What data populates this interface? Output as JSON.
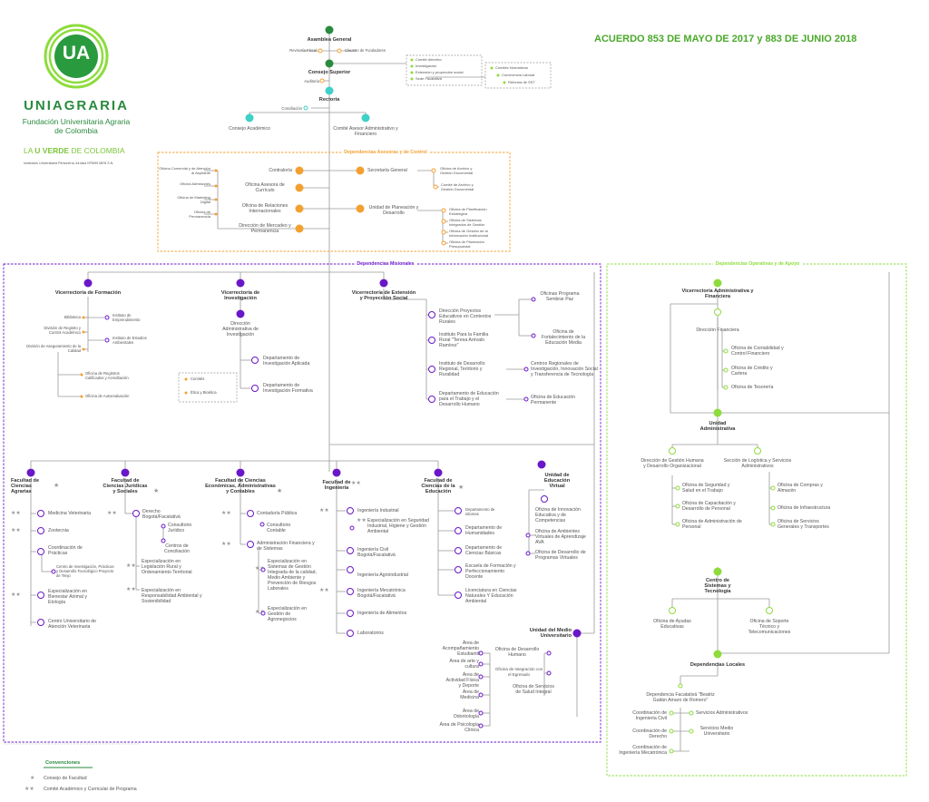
{
  "logo": {
    "initials": "UA",
    "name": "UNIAGRARIA",
    "sub1": "Fundación Universitaria Agraria",
    "sub2": "de Colombia",
    "slogan_a": "LA ",
    "slogan_b": "U VERDE",
    "slogan_c": " DE COLOMBIA",
    "legal": "Institución Universitaria Personería Jurídica Nº3599 MEN S.N."
  },
  "agreement": "ACUERDO 853  DE  MAYO DE 2017 y 883 DE JUNIO 2018",
  "top": {
    "asamblea": "Asamblea General",
    "rev_fiscal": "Revisoría Fiscal",
    "claustro": "Claustro de Fundadores",
    "consejo": "Consejo Superior",
    "auditoria": "Auditoría",
    "rectoria": "Rectoría",
    "conciliacion": "Conciliación",
    "consejo_acad": "Consejo Académico",
    "comite_fin": "Comité Asesor Administrativo y Financiero",
    "committees_a": [
      "Comité directivo",
      "Investigación",
      "Extensión y proyección social",
      "Sede Facatativá"
    ],
    "committees_b": [
      "Comités Normativos",
      "Convivencia Laboral",
      "Reforma de SST"
    ]
  },
  "advisory": {
    "header": "Dependencias Asesoras y de Control",
    "left": [
      "Oficina Comercial y de Atención al Aspirante",
      "Oficina Admisiones",
      "Oficina de Marketing Digital",
      "Oficina de Permanencia"
    ],
    "mid": [
      "Contraloría",
      "Oficina Asesora de Currículo",
      "Oficina de Relaciones Internacionales",
      "Dirección de Mercadeo y Permanencia"
    ],
    "sec": "Secretaría General",
    "sec_items": [
      "Oficina de Archivo y Gestión Documental",
      "Comité de Archivo y Gestión Documental"
    ],
    "plan": "Unidad de Planeación y Desarrollo",
    "plan_items": [
      "Oficina de Planificación Estratégica",
      "Oficina de Sistemas Integrados de Gestión",
      "Oficina de Gestión de la Información Institucional",
      "Oficina de Planeación Presupuestal"
    ]
  },
  "misional": {
    "header": "Dependencias Misionales",
    "vform": "Vicerrectoría de Formación",
    "vform_left": [
      "Biblioteca",
      "División de Registro y Control Académico",
      "División de Aseguramiento de la Calidad"
    ],
    "vform_right": [
      "Instituto de Emprendimiento",
      "Instituto de Estudios Ambientales"
    ],
    "vform_low": [
      "Oficina de Registros Calificados y Acreditación",
      "Oficina de Autoevaluación"
    ],
    "vinv": "Vicerrectoría de Investigación",
    "vinv_dir": "Dirección Administrativa de Investigación",
    "vinv_deps": [
      "Departamento de Investigación Aplicada",
      "Departamento de Investigación Formativa"
    ],
    "vinv_box": [
      "Comités",
      "Ética y Bioética"
    ],
    "vext": "Vicerrectoría de Extensión y Proyección Social",
    "vext_items": [
      "Dirección Proyectos Educativos en Contextos Rurales",
      "Instituto Para la Familia Rural \"Teresa Arévalo Ramírez\"",
      "Instituto de Desarrollo Regional, Territorio y Ruralidad",
      "Departamento de Educación para el Trabajo y el Desarrollo Humano"
    ],
    "vext_right": [
      "Oficinas Programa Sembrar Paz",
      "Oficina de Fortalecimiento de la Educación Media",
      "Centros Regionales de Investigación, Innovación Social y Transferencia de Tecnología",
      "Oficina de Educación Permanente"
    ],
    "fac_agr": "Facultad de Ciencias Agrarias",
    "fac_agr_items": [
      "Medicina Veterinaria",
      "Zootecnia",
      "Coordinación de Prácticas",
      "Centro de Investigación, Prácticas y Desarrollo Tecnológico Proyecto de Tenjo",
      "Especialización en Bienestar Animal y Etología",
      "Centro Universitario de Atención Veterinaria"
    ],
    "fac_jur": "Facultad de Ciencias Jurídicas y Sociales",
    "fac_jur_items": [
      "Derecho Bogotá/Facatativá",
      "Consultorio Jurídico",
      "Centros de Conciliación",
      "Especialización en Legislación Rural y Ordenamiento Territorial",
      "Especialización en Responsabilidad Ambiental y Sostenibilidad"
    ],
    "fac_eco": "Facultad de Ciencias Económicas, Administrativas y Contables",
    "fac_eco_items": [
      "Contaduría Pública",
      "Consultorio Contable",
      "Administración Financiera  y de Sistemas",
      "Especialización en Sistemas de Gestión Integrada de la calidad, Medio Ambiente y Prevención de Riesgos Laborales",
      "Especialización en Gestión de Agronegocios"
    ],
    "fac_ing": "Facultad de Ingeniería",
    "fac_ing_items": [
      "Ingeniería Industrial",
      "Especialización en Seguridad Industrial, Higiene y Gestión Ambiental",
      "Ingeniería Civil Bogotá/Facatativá",
      "Ingeniería Agroindustrial",
      "Ingeniería Mecatrónica Bogotá/Facatativá",
      "Ingeniería de Alimentos",
      "Laboratorios"
    ],
    "fac_edu": "Facultad de Ciencias de la Educación",
    "fac_edu_items": [
      "Departamento de Idiomas",
      "Departamento de Humanidades",
      "Departamento de Ciencias Básicas",
      "Escuela de Formación y Perfeccionamiento Docente",
      "Licenciatura en Ciencias Naturales Y Educación Ambiental"
    ],
    "virt": "Unidad de Educación Virtual",
    "virt_items": [
      "Oficina de Innovación Educativa y de Competencias",
      "Oficina de Ambientes Virtuales de Aprendizaje AVA",
      "Oficina de Desarrollo de Programas Virtuales"
    ],
    "medio": "Unidad del Medio Universitario",
    "medio_left": [
      "Área de Acompañamiento Estudiantil",
      "Área de arte y cultura",
      "Área de Actividad Física y Deporte",
      "Área de Medicina",
      "Área de Odontología",
      "Área de Psicología Clínica"
    ],
    "medio_right": [
      "Oficina de Desarrollo Humano",
      "Oficina de Integración con el Egresado",
      "Oficina de Servicios de Salud Integral"
    ]
  },
  "oper": {
    "header": "Dependencias Operativas y de Apoyo",
    "vadm": "Vicerrectoría Administrativa y Financiera",
    "dirfin": "Dirección Financiera",
    "dirfin_items": [
      "Oficina de Contabilidad y Control Financiero",
      "Oficina de Crédito y Cartera",
      "Oficina de Tesorería"
    ],
    "uadm": "Unidad Administrativa",
    "dgh": "Dirección de Gestión Humana y Desarrollo Organizacional",
    "dgh_items": [
      "Oficina de Seguridad y Salud en el Trabajo",
      "Oficina de Capacitación y Desarrollo de Personal",
      "Oficina de Administración de Personal"
    ],
    "slog": "Sección de Logística y Servicios Administrativos",
    "slog_items": [
      "Oficina de Compras y Almacén",
      "Oficina de Infraestructura",
      "Oficina de Servicios Generales y Transportes"
    ],
    "cst": "Centro de Sistemas y Tecnología",
    "cst_items": [
      "Oficina de Ayudas Educativas",
      "Oficina de Soporte Técnico y Telecomunicaciones"
    ],
    "dloc": "Dependencias Locales",
    "dfac": "Dependencia Facatativá \"Beatriz Gaitán Amaro de Romero\"",
    "dfac_left": [
      "Coordinación de Ingeniería Civil",
      "Coordinación de Derecho",
      "Coordinación de Ingeniería Mecatrónica"
    ],
    "dfac_right": [
      "Servicios Administrativos",
      "Servicios Medio Universitario"
    ]
  },
  "legend": {
    "title": "Convenciones",
    "s1": "Consejo de Facultad",
    "s2": "Comité Académico y Curricular de Programa"
  },
  "colors": {
    "green": "#2a8a3e",
    "lime": "#8ddc3c",
    "cyan": "#3fd0c8",
    "orange": "#f4a030",
    "purple": "#6a17c9"
  }
}
